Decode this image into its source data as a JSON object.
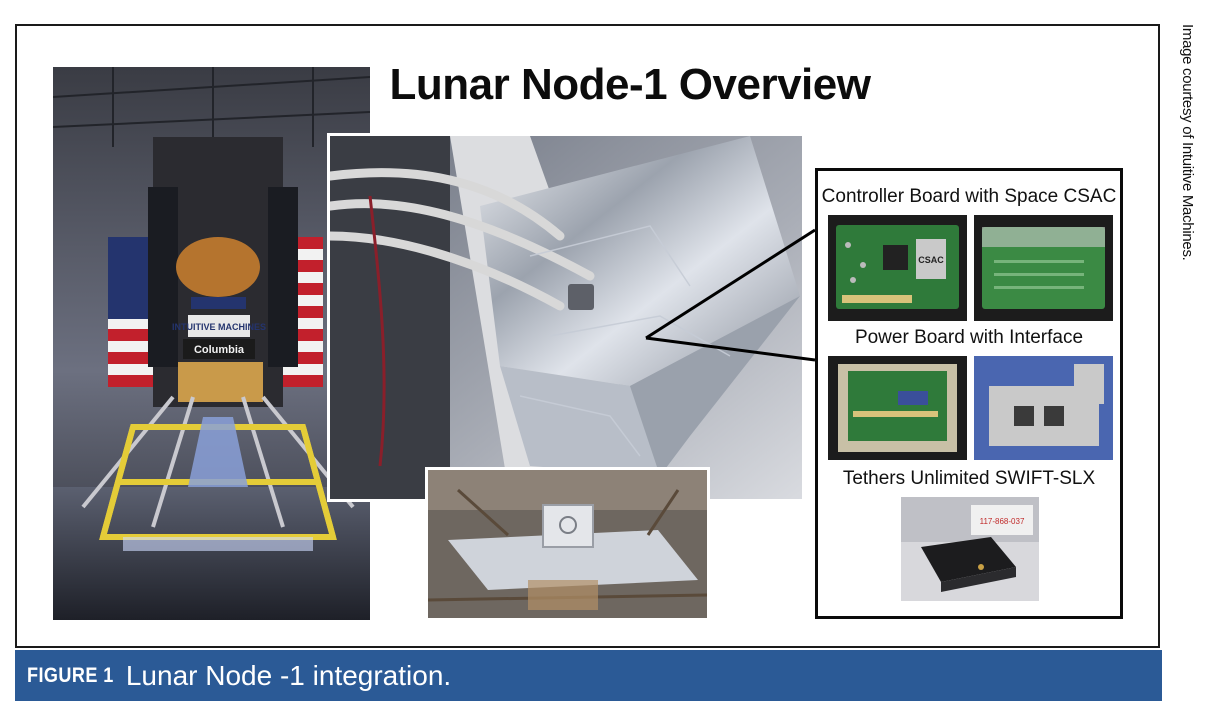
{
  "figure": {
    "title": "Lunar Node-1 Overview",
    "credit": "Image courtesy of Intuitive Machines.",
    "caption_label": "FIGURE 1",
    "caption_text": "Lunar Node -1 integration."
  },
  "lander": {
    "logo_text": "INTUITIVE MACHINES",
    "sponsor_text": "Columbia"
  },
  "callout": {
    "controller_label": "Controller Board with Space CSAC",
    "controller_chip_text": "CSAC",
    "power_label": "Power Board with Interface",
    "swift_label": "Tethers Unlimited SWIFT-SLX",
    "swift_tag": "117-868-037"
  },
  "colors": {
    "caption_bar": "#2b5a96",
    "frame_border": "#1a1a1a",
    "board_green": "#2f7a3a",
    "mli_foil": "#c9ced6"
  }
}
